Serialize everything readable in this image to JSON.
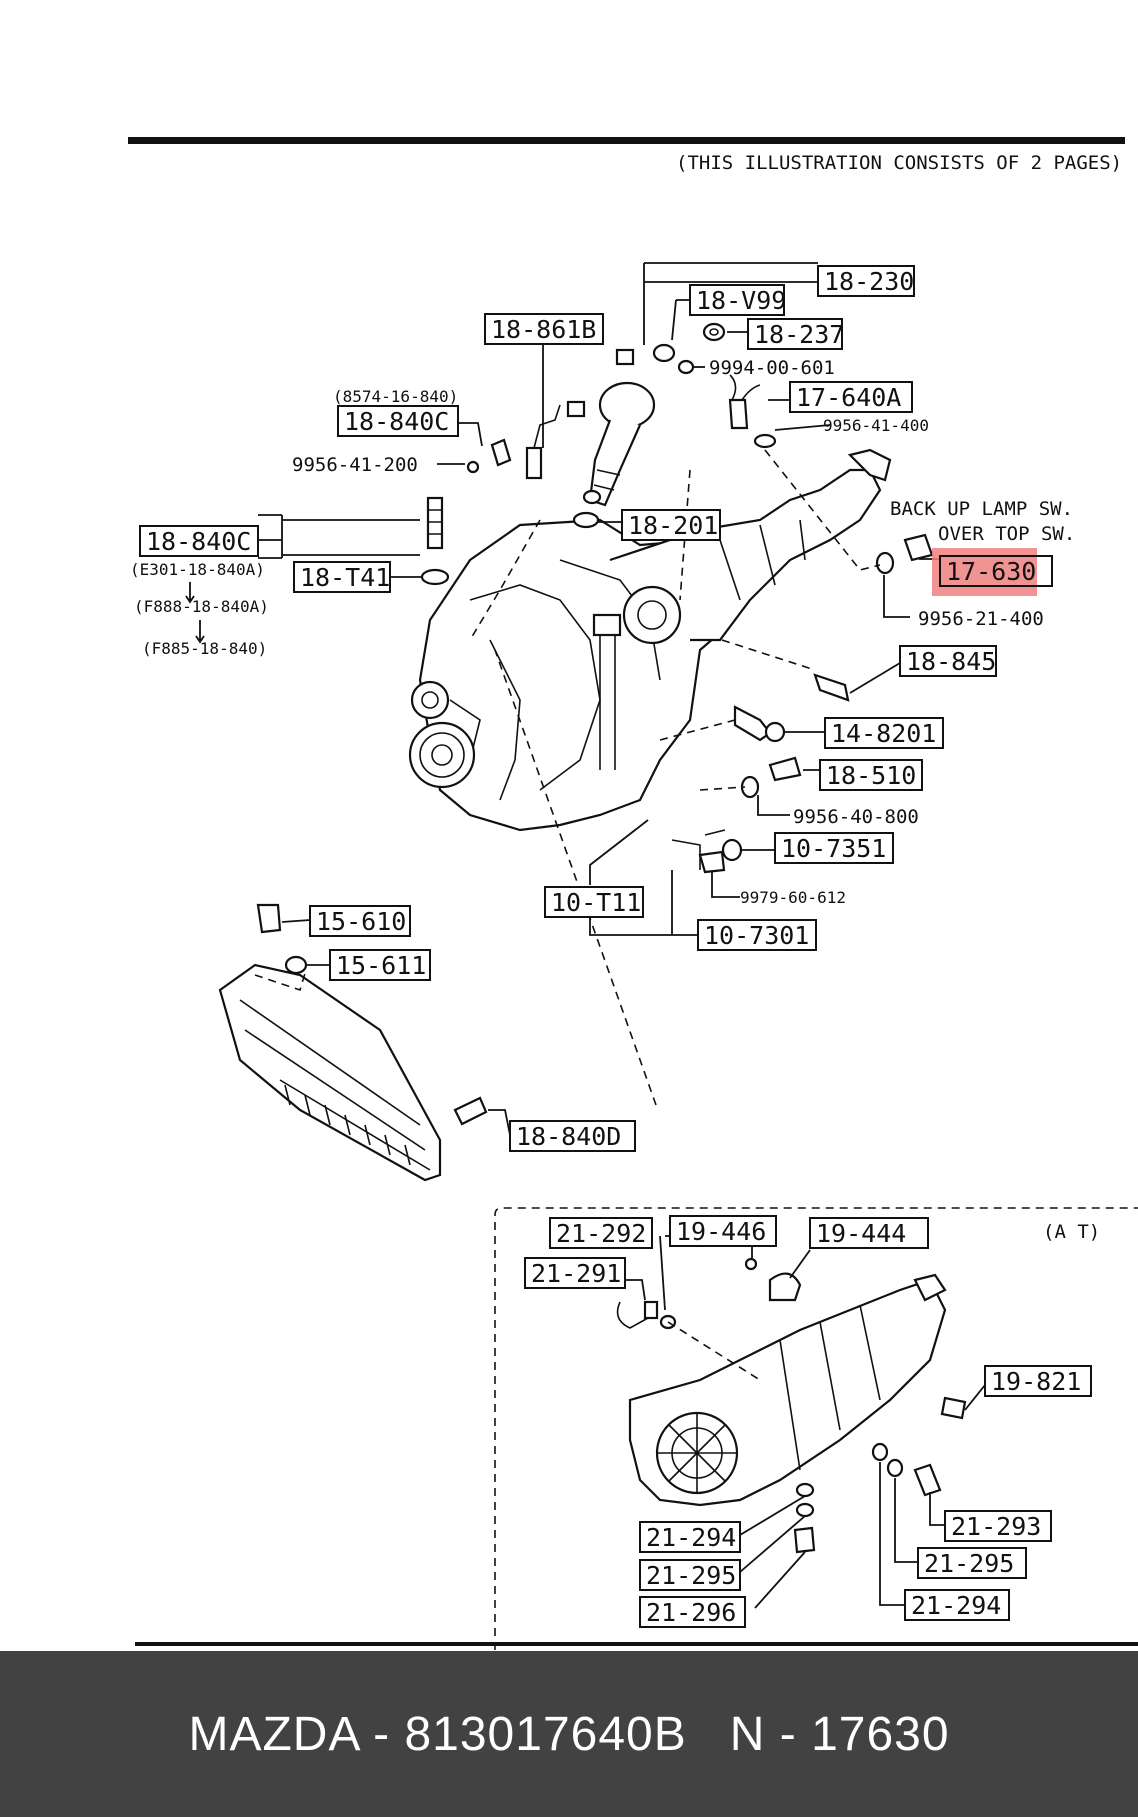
{
  "header": {
    "note": "(THIS ILLUSTRATION CONSISTS OF  2 PAGES)"
  },
  "captions": {
    "backup_lamp": "BACK UP LAMP SW.",
    "over_top": "OVER TOP SW.",
    "at": "(A T)"
  },
  "highlight_color": "#f08080",
  "parts": {
    "p18_230": "18-230",
    "p18_v99": "18-V99",
    "p18_237": "18-237",
    "p9994_00_601": "9994-00-601",
    "p17_640a": "17-640A",
    "p9956_41_400": "9956-41-400",
    "p18_861b": "18-861B",
    "p8574": "(8574-16-840)",
    "p18_840c_top": "18-840C",
    "p9956_41_200": "9956-41-200",
    "p18_201": "18-201",
    "p18_840c_left": "18-840C",
    "e301": "(E301-18-840A)",
    "f888": "(F888-18-840A)",
    "f885": "(F885-18-840)",
    "p18_t41": "18-T41",
    "p17_630": "17-630",
    "p9956_21_400": "9956-21-400",
    "p18_845": "18-845",
    "p14_8201": "14-8201",
    "p18_510": "18-510",
    "p9956_40_800": "9956-40-800",
    "p10_7351": "10-7351",
    "p9979_60_612": "9979-60-612",
    "p10_t11": "10-T11",
    "p10_7301": "10-7301",
    "p15_610": "15-610",
    "p15_611": "15-611",
    "p18_840d": "18-840D",
    "p21_292": "21-292",
    "p19_446": "19-446",
    "p19_444": "19-444",
    "p21_291": "21-291",
    "p19_821": "19-821",
    "p21_293": "21-293",
    "p21_295_r": "21-295",
    "p21_294_r": "21-294",
    "p21_294_l": "21-294",
    "p21_295_l": "21-295",
    "p21_296": "21-296"
  },
  "footer": {
    "text": "MAZDA - 813017640B   N - 17630"
  }
}
